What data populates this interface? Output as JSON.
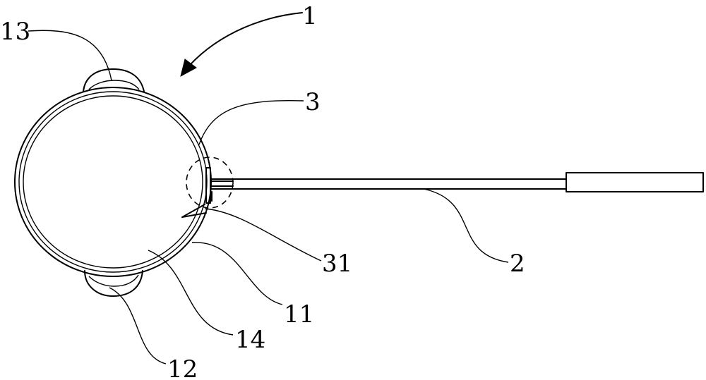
{
  "labels": {
    "l1": "1",
    "l2": "2",
    "l3": "3",
    "l11": "11",
    "l12": "12",
    "l13": "13",
    "l14": "14",
    "l31": "31"
  }
}
